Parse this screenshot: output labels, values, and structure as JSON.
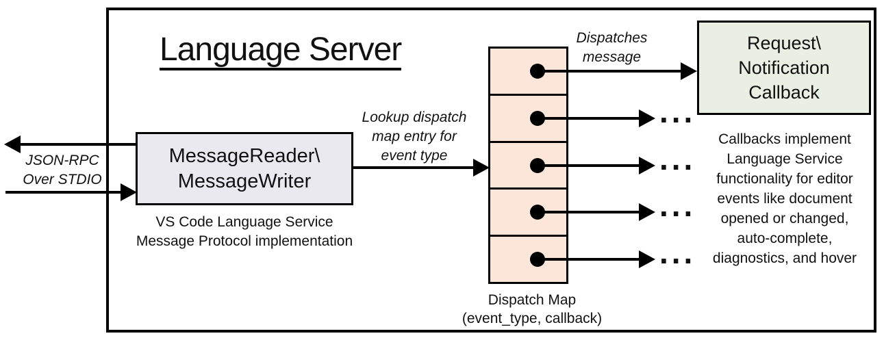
{
  "title": "Language Server",
  "stdio_label": [
    "JSON-RPC",
    "Over STDIO"
  ],
  "reader_box": {
    "lines": [
      "MessageReader\\",
      "MessageWriter"
    ]
  },
  "reader_caption": [
    "VS Code Language Service",
    "Message Protocol implementation"
  ],
  "lookup_label": [
    "Lookup dispatch",
    "map entry for",
    "event type"
  ],
  "dispatches_label": [
    "Dispatches",
    "message"
  ],
  "callback_box": {
    "lines": [
      "Request\\",
      "Notification",
      "Callback"
    ]
  },
  "callbacks_note": [
    "Callbacks implement",
    "Language Service",
    "functionality for editor",
    "events like document",
    "opened or changed,",
    "auto-complete,",
    "diagnostics, and hover"
  ],
  "dispatch_map": {
    "caption": [
      "Dispatch Map",
      "(event_type, callback)"
    ],
    "entries": 5,
    "ellipsis": "..."
  },
  "colors": {
    "reader_box_fill": "#eae9f0",
    "dispatch_map_fill": "#fce6d9",
    "callback_box_fill": "#e9efe2",
    "outline": "#000000"
  }
}
